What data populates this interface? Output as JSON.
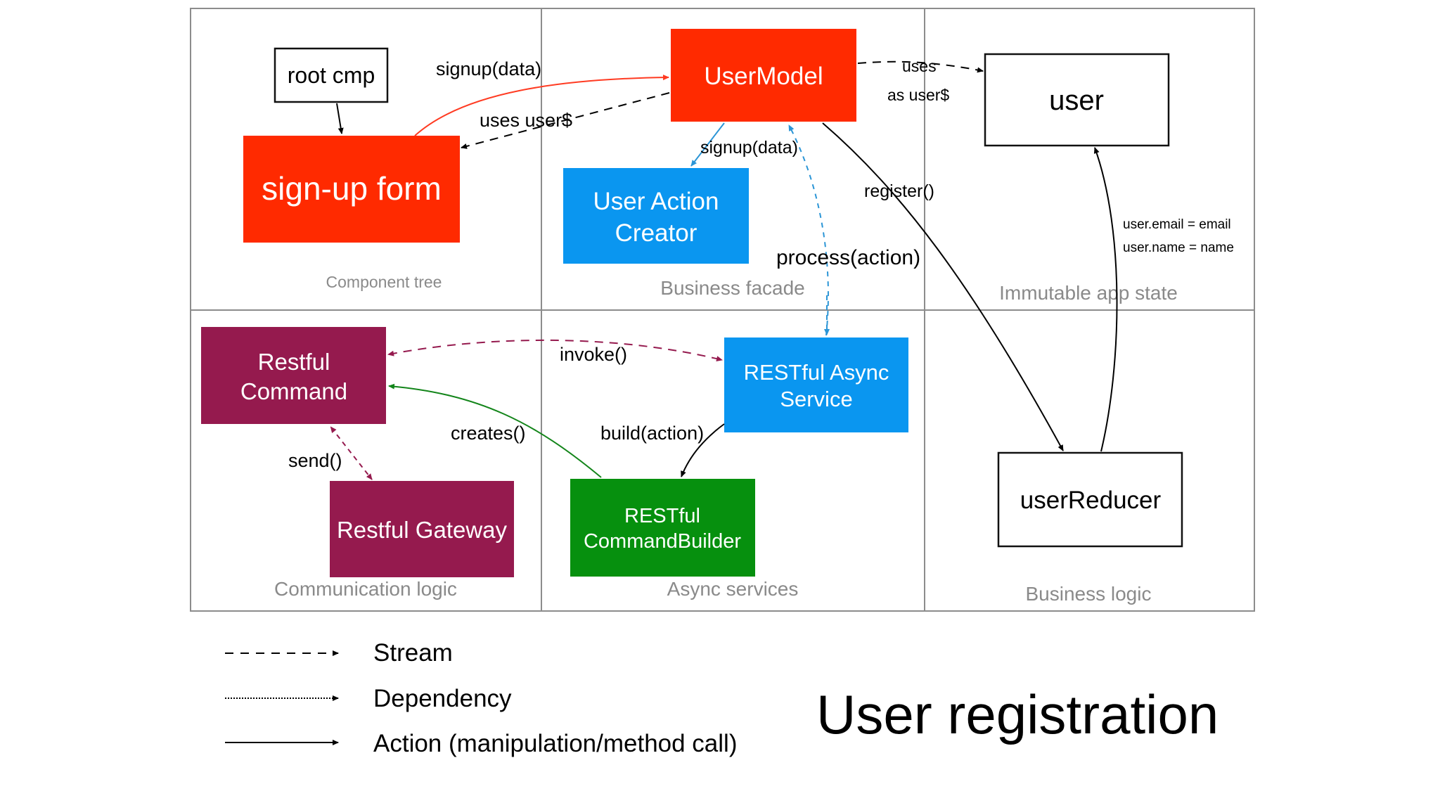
{
  "colors": {
    "red": "#ff2a00",
    "blue": "#0a96f0",
    "maroon": "#951a4e",
    "green": "#06900e",
    "grid": "#8c8c8c",
    "section_label": "#8a8a8a",
    "blue_stream": "#2b95d6",
    "maroon_stream": "#951a4e",
    "green_arrow": "#13851a",
    "red_arrow": "#ff3b22"
  },
  "sections": {
    "component_tree": "Component tree",
    "business_facade": "Business facade",
    "immutable_app_state": "Immutable app state",
    "communication_logic": "Communication logic",
    "async_services": "Async services",
    "business_logic": "Business logic"
  },
  "nodes": {
    "root_cmp": "root cmp",
    "signup_form": "sign-up form",
    "user_model": "UserModel",
    "user_action_creator": [
      "User Action",
      "Creator"
    ],
    "user": "user",
    "user_reducer": "userReducer",
    "restful_command": [
      "Restful",
      "Command"
    ],
    "restful_gateway": "Restful Gateway",
    "restful_async_service": [
      "RESTful Async",
      "Service"
    ],
    "restful_command_builder": [
      "RESTful",
      "CommandBuilder"
    ]
  },
  "edge_labels": {
    "signup_data_top": "signup(data)",
    "uses_user": "uses user$",
    "signup_data_blue": "signup(data)",
    "uses": "uses",
    "as_user": "as user$",
    "register": "register()",
    "process_action": "process(action)",
    "user_email": "user.email = email",
    "user_name": "user.name = name",
    "invoke": "invoke()",
    "creates": "creates()",
    "send": "send()",
    "build_action": "build(action)"
  },
  "legend": {
    "stream": "Stream",
    "dependency": "Dependency",
    "action": "Action (manipulation/method call)"
  },
  "title": "User registration"
}
